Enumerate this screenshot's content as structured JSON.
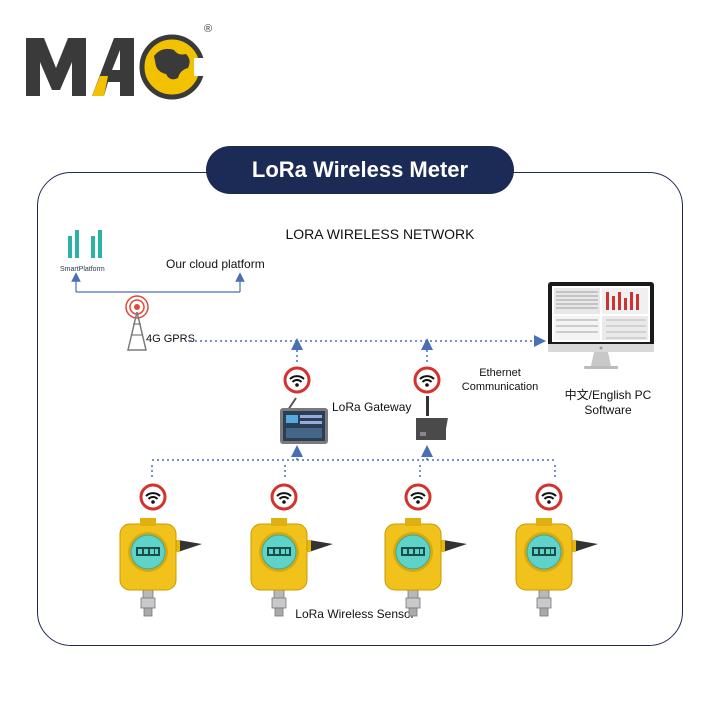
{
  "logo": {
    "text": "MAC",
    "registered": "®",
    "accent": "#f2c200",
    "dark": "#3a3a3a"
  },
  "header": {
    "title": "LoRa Wireless Meter"
  },
  "network": {
    "title": "LORA WIRELESS NETWORK"
  },
  "cloud": {
    "brand": "SmartPlatform",
    "label": "Our cloud platform"
  },
  "tower": {
    "label": "4G GPRS"
  },
  "gateway": {
    "label": "LoRa Gateway"
  },
  "ethernet": {
    "label": "Ethernet Communication"
  },
  "pc": {
    "label": "中文/English PC Software"
  },
  "sensors": {
    "label": "LoRa Wireless Sensor",
    "count": 4
  },
  "colors": {
    "line": "#4a6fb5",
    "navy": "#1c2b55",
    "sensor": "#f1c21b",
    "display": "#5fd3c8",
    "wifi_ring": "#d6322d"
  }
}
